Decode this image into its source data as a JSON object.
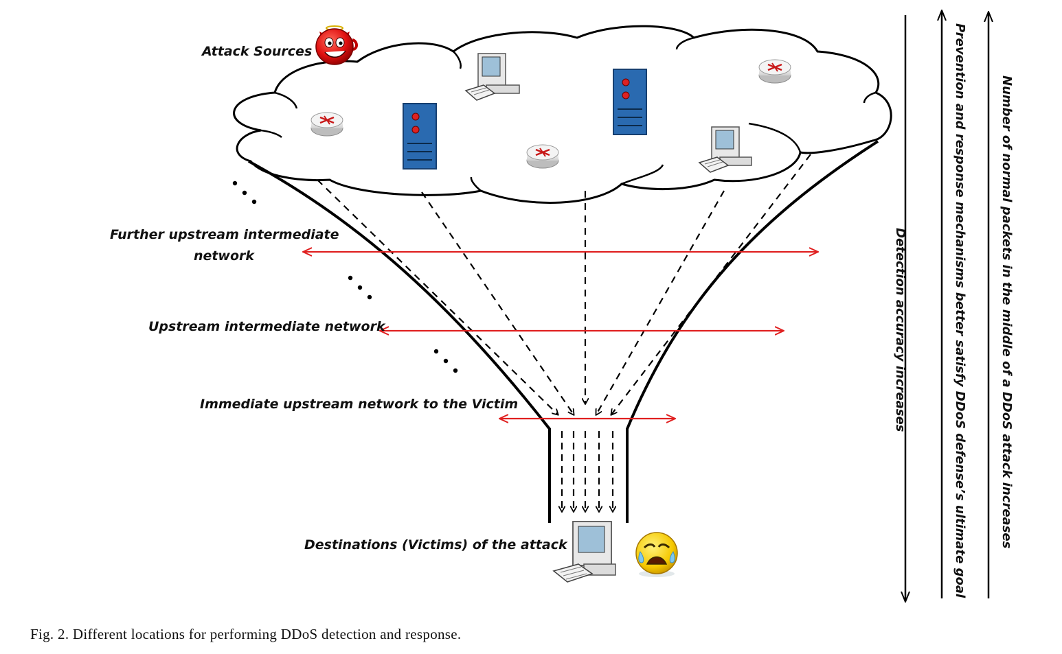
{
  "labels": {
    "attack_sources": "Attack Sources",
    "further_upstream_line1": "Further upstream intermediate",
    "further_upstream_line2": "network",
    "upstream": "Upstream intermediate network",
    "immediate": "Immediate upstream network to the Victim",
    "destinations": "Destinations (Victims) of the attack"
  },
  "vertical_labels": {
    "detection_accuracy": "Detection accuracy increases",
    "prevention_response": "Prevention and response mechanisms better satisfy DDoS defense’s ultimate goal",
    "normal_packets": "Number of normal packets in the middle of a DDoS attack increases"
  },
  "caption": "Fig. 2.   Different locations for performing DDoS detection and response.",
  "icons": [
    "devil-icon",
    "router-icon",
    "server-icon",
    "computer-icon",
    "crying-face-icon"
  ],
  "colors": {
    "red_arrow": "#e02020",
    "server_blue": "#2a6ab0",
    "devil_red": "#e01010",
    "face_yellow": "#f5c800"
  }
}
